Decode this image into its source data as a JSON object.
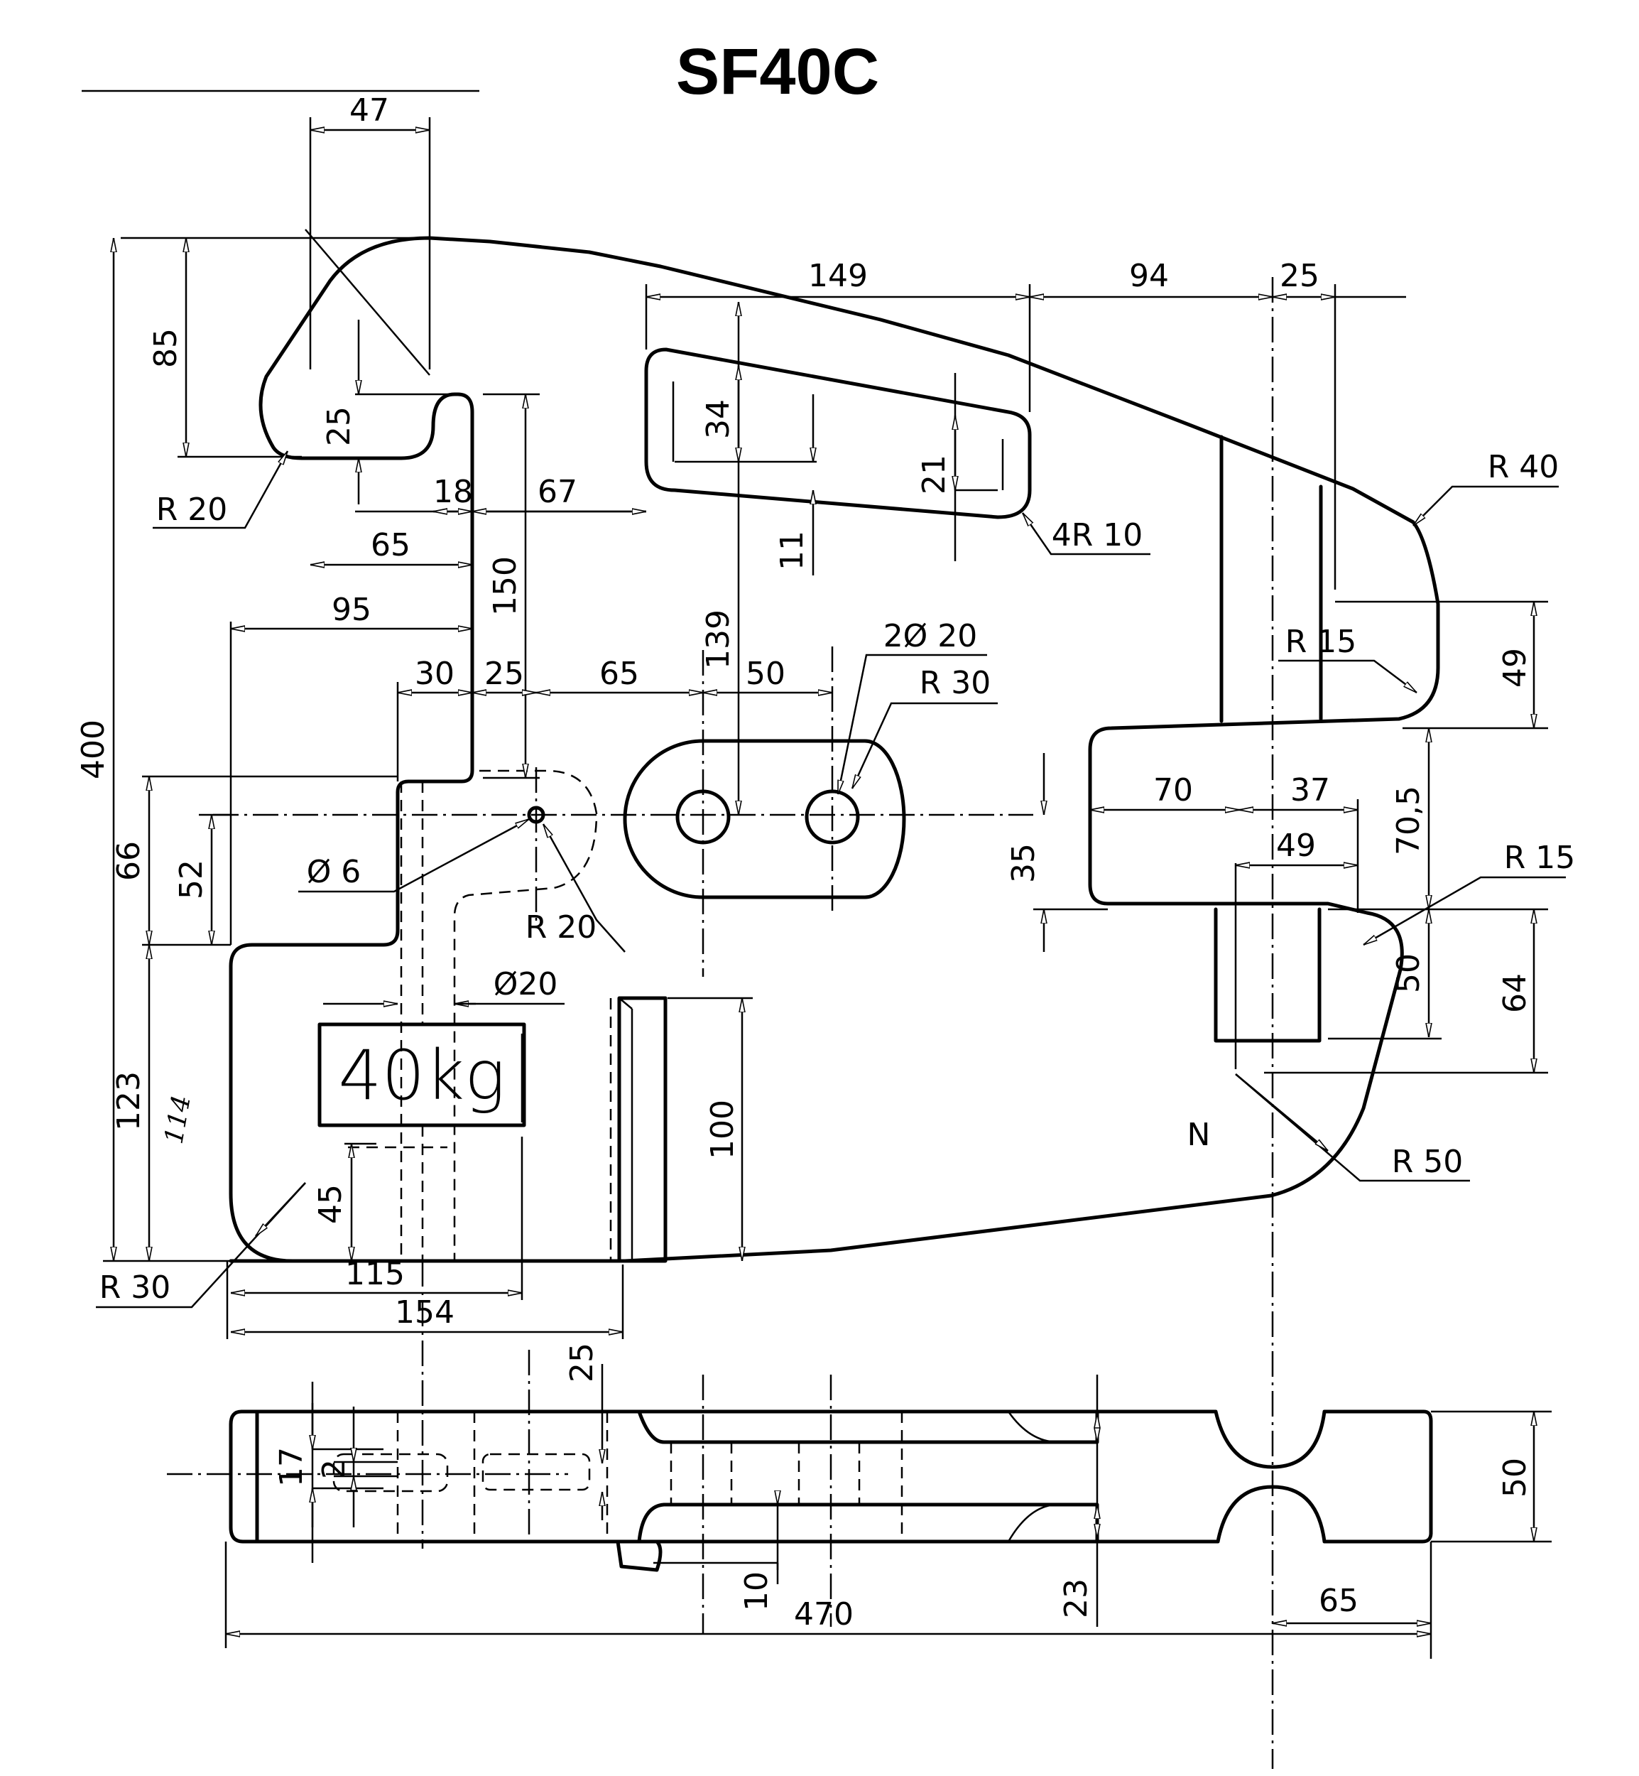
{
  "title": "SF40C",
  "weight_label": "40kg",
  "handwritten_note": "114",
  "stray_mark": "N",
  "dimensions": {
    "d47": "47",
    "d85": "85",
    "d25_notch": "25",
    "d400": "400",
    "r20_top": "R 20",
    "d18": "18",
    "d67": "67",
    "d65_left": "65",
    "d150": "150",
    "d95": "95",
    "d30": "30",
    "d25_step": "25",
    "d65_mid": "65",
    "d50_mid": "50",
    "d139": "139",
    "d149": "149",
    "d94": "94",
    "d25_right": "25",
    "d34": "34",
    "d21": "21",
    "d11": "11",
    "r10_4": "4R 10",
    "r40": "R 40",
    "r15_upper": "R 15",
    "d49_right": "49",
    "d2o20": "2Ø 20",
    "r30_slot": "R 30",
    "d66": "66",
    "d52": "52",
    "o6": "Ø 6",
    "r20_pin": "R 20",
    "d35": "35",
    "d70": "70",
    "d37": "37",
    "d49_jaw": "49",
    "d70_5": "70,5",
    "r15_lower": "R 15",
    "d50_jaw": "50",
    "d64": "64",
    "r50": "R 50",
    "o20": "Ø20",
    "d100": "100",
    "d123": "123",
    "d45": "45",
    "r30_bottom": "R 30",
    "d115": "115",
    "d154": "154",
    "d25_side": "25",
    "d17": "17",
    "d2": "2",
    "d10": "10",
    "d470": "470",
    "d23": "23",
    "d65_side": "65",
    "d50_side": "50"
  }
}
